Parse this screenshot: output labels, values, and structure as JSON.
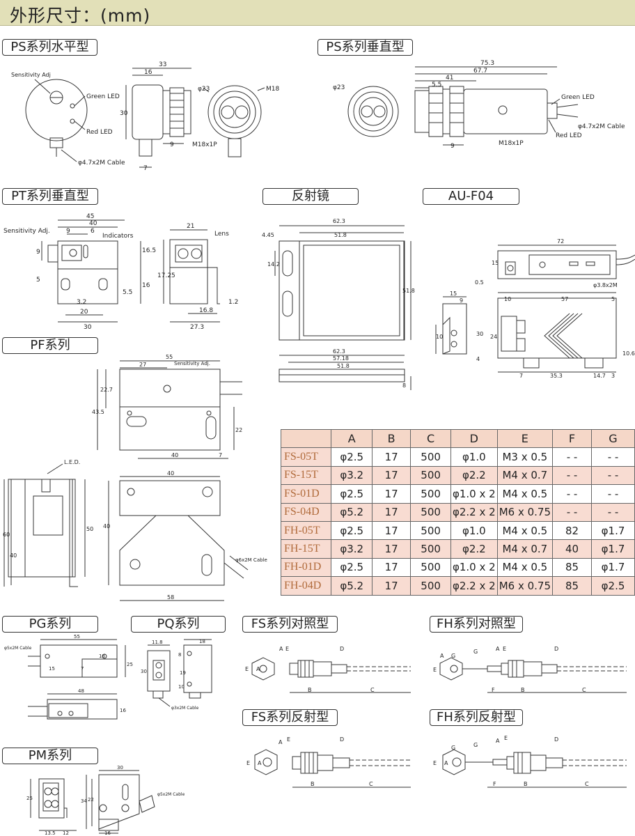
{
  "page_title": "外形尺寸：(mm)",
  "sections": {
    "ps_h": "PS系列水平型",
    "ps_v": "PS系列垂直型",
    "pt_v": "PT系列垂直型",
    "reflector": "反射镜",
    "au": "AU-F04",
    "pf": "PF系列",
    "pg": "PG系列",
    "pq": "PQ系列",
    "pm": "PM系列",
    "fs_thru": "FS系列对照型",
    "fh_thru": "FH系列对照型",
    "fs_ref": "FS系列反射型",
    "fh_ref": "FH系列反射型"
  },
  "labels": {
    "sens_adj": "Sensitivity Adj.",
    "sens_adj2": "Sensitivity Adj",
    "green_led": "Green LED",
    "red_led": "Red LED",
    "cable_47": "φ4.7x2M Cable",
    "m18": "M18",
    "m18x1p": "M18x1P",
    "phi23": "φ23",
    "indicators": "Indicators",
    "lens": "Lens",
    "led": "L.E.D.",
    "cable_38": "φ3.8x2M",
    "cable_6": "φ6x2M Cable",
    "cable_5": "φ5x2M Cable",
    "cable_3": "φ3x2M Cable",
    "cable_5b": "φ5x2M Cable"
  },
  "dims": {
    "ps_h": [
      "33",
      "16",
      "30",
      "9",
      "7"
    ],
    "ps_v": [
      "75.3",
      "67.7",
      "41",
      "5.5",
      "9"
    ],
    "pt": [
      "45",
      "40",
      "9",
      "6",
      "16.5",
      "16",
      "3.2",
      "20",
      "30",
      "5.5",
      "21",
      "17.25",
      "16.8",
      "27.3",
      "1.2",
      "9",
      "5"
    ],
    "refl": [
      "62.3",
      "51.8",
      "4.45",
      "14.2",
      "51.8",
      "62.3",
      "57.18",
      "51.8",
      "8"
    ],
    "au": [
      "72",
      "15",
      "15",
      "9",
      "0.5",
      "10",
      "57",
      "5",
      "10",
      "30",
      "24",
      "10.6",
      "7",
      "35.3",
      "14.7",
      "3",
      "4"
    ],
    "pf": [
      "55",
      "27",
      "43.5",
      "22.7",
      "22",
      "40",
      "7",
      "40",
      "50",
      "60",
      "40",
      "40",
      "58"
    ],
    "pg": [
      "55",
      "18",
      "15",
      "7",
      "25",
      "48",
      "16"
    ],
    "pq": [
      "11.8",
      "18",
      "30",
      "19",
      "8",
      "10"
    ],
    "pm": [
      "30",
      "25",
      "22",
      "34",
      "13.5",
      "12",
      "16"
    ],
    "fiber": [
      "A",
      "E",
      "D",
      "B",
      "C",
      "G",
      "F"
    ]
  },
  "table": {
    "headers": [
      "",
      "A",
      "B",
      "C",
      "D",
      "E",
      "F",
      "G"
    ],
    "rows": [
      [
        "FS-05T",
        "φ2.5",
        "17",
        "500",
        "φ1.0",
        "M3 x 0.5",
        "- -",
        "- -"
      ],
      [
        "FS-15T",
        "φ3.2",
        "17",
        "500",
        "φ2.2",
        "M4 x 0.7",
        "- -",
        "- -"
      ],
      [
        "FS-01D",
        "φ2.5",
        "17",
        "500",
        "φ1.0 x 2",
        "M4 x 0.5",
        "- -",
        "- -"
      ],
      [
        "FS-04D",
        "φ5.2",
        "17",
        "500",
        "φ2.2 x 2",
        "M6 x 0.75",
        "- -",
        "- -"
      ],
      [
        "FH-05T",
        "φ2.5",
        "17",
        "500",
        "φ1.0",
        "M4 x 0.5",
        "82",
        "φ1.7"
      ],
      [
        "FH-15T",
        "φ3.2",
        "17",
        "500",
        "φ2.2",
        "M4 x 0.7",
        "40",
        "φ1.7"
      ],
      [
        "FH-01D",
        "φ2.5",
        "17",
        "500",
        "φ1.0 x 2",
        "M4 x 0.5",
        "85",
        "φ1.7"
      ],
      [
        "FH-04D",
        "φ5.2",
        "17",
        "500",
        "φ2.2 x 2",
        "M6 x 0.75",
        "85",
        "φ2.5"
      ]
    ]
  }
}
